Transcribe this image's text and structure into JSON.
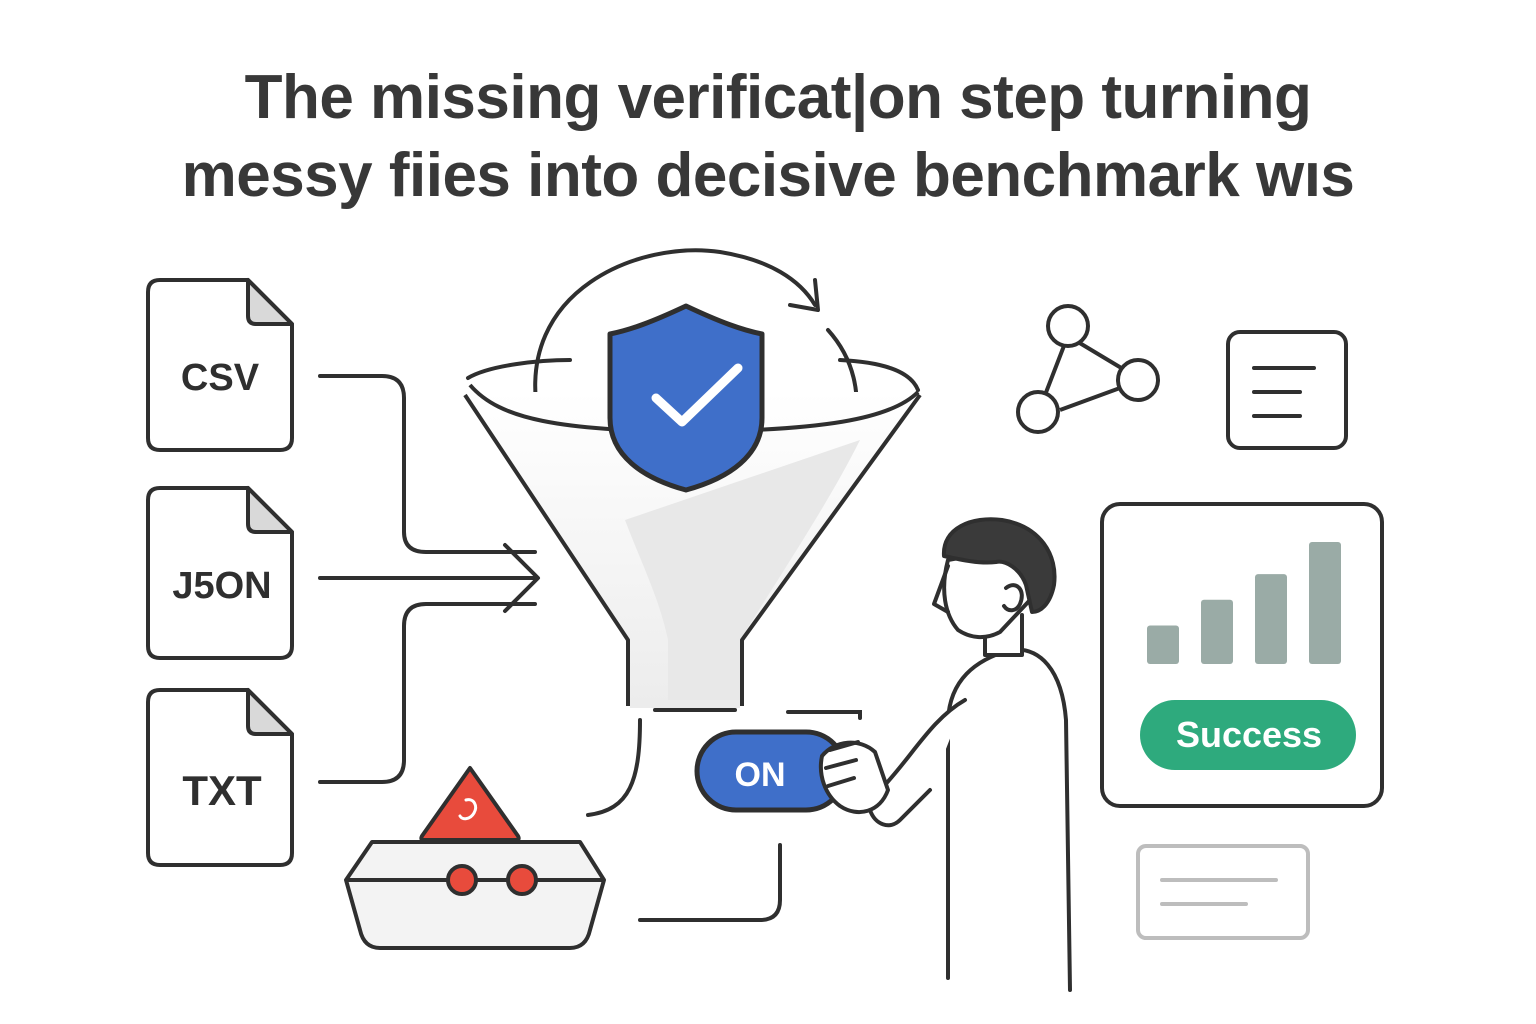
{
  "title": {
    "line1": "The missing verificat|on step turning",
    "line2": "messy fiies into decisive benchmark wıs"
  },
  "files": [
    {
      "label": "CSV",
      "icon": "csv-file-icon"
    },
    {
      "label": "J5ON",
      "icon": "json-file-icon"
    },
    {
      "label": "TXT",
      "icon": "txt-file-icon"
    }
  ],
  "toggle": {
    "label": "ON",
    "color": "#3f6fc9"
  },
  "success_badge": {
    "label": "Success",
    "color": "#2eaa7d"
  },
  "bar_chart": {
    "type": "bar",
    "values": [
      3,
      5,
      7,
      9.5
    ],
    "color": "#9aaba6"
  },
  "colors": {
    "shield": "#3f6fc9",
    "warning": "#e84b3c",
    "outline": "#2f2f2f"
  },
  "icons": [
    "shield-check-icon",
    "funnel-icon",
    "network-nodes-icon",
    "document-lines-icon",
    "warning-triangle-icon",
    "bar-chart-icon",
    "person-figure",
    "text-card-icon"
  ]
}
